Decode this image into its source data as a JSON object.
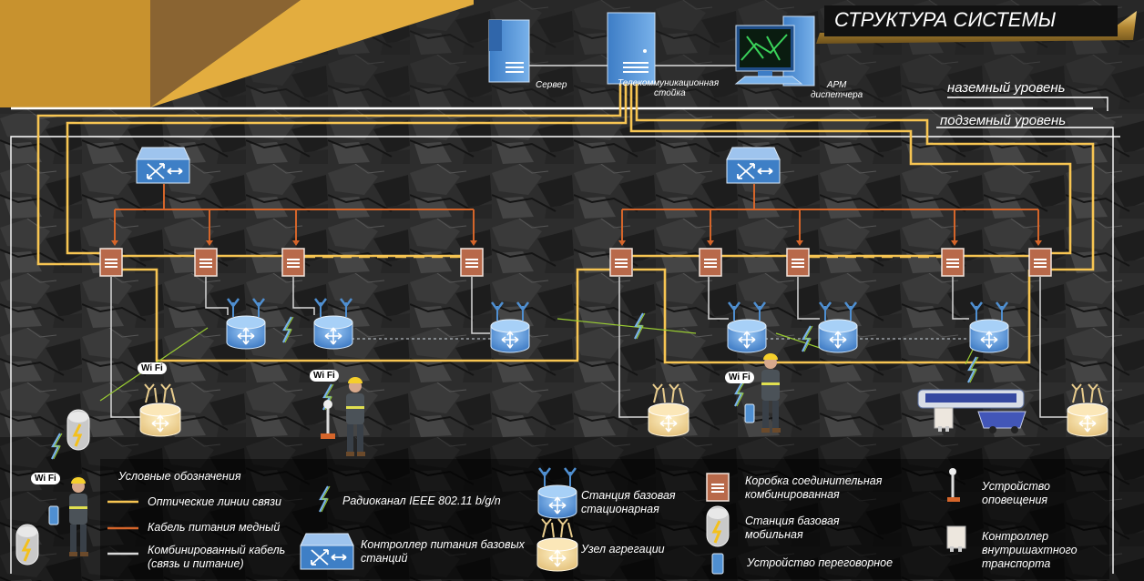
{
  "title": "СТРУКТУРА СИСТЕМЫ",
  "levels": {
    "surface": "наземный уровень",
    "underground": "подземный уровень"
  },
  "surface_devices": {
    "server": "Сервер",
    "rack_line1": "Телекоммуникационная",
    "rack_line2": "стойка",
    "arm_line1": "АРМ",
    "arm_line2": "диспетчера"
  },
  "wifi_label": "Wi Fi",
  "legend": {
    "header": "Условные обозначения",
    "optical": "Оптические линии связи",
    "copper": "Кабель питания медный",
    "combined_line1": "Комбинированный кабель",
    "combined_line2": "(связь и питание)",
    "radio": "Радиоканал IEEE 802.11 b/g/n",
    "psu_line1": "Контроллер питания базовых",
    "psu_line2": "станций",
    "bs_line1": "Станция базовая",
    "bs_line2": "стационарная",
    "agg": "Узел агрегации",
    "box_line1": "Коробка соединительная",
    "box_line2": "комбинированная",
    "mob_line1": "Станция базовая",
    "mob_line2": "мобильная",
    "phone": "Устройство переговорное",
    "alert_line1": "Устройство",
    "alert_line2": "оповещения",
    "ctrl_line1": "Контроллер",
    "ctrl_line2": "внутришахтного",
    "ctrl_line3": "транспорта"
  },
  "colors": {
    "optical": "#f7c552",
    "copper": "#d5652a",
    "combined": "#d8d8d8",
    "gold": "#d9a83e",
    "blue": "#4f8fd1"
  }
}
